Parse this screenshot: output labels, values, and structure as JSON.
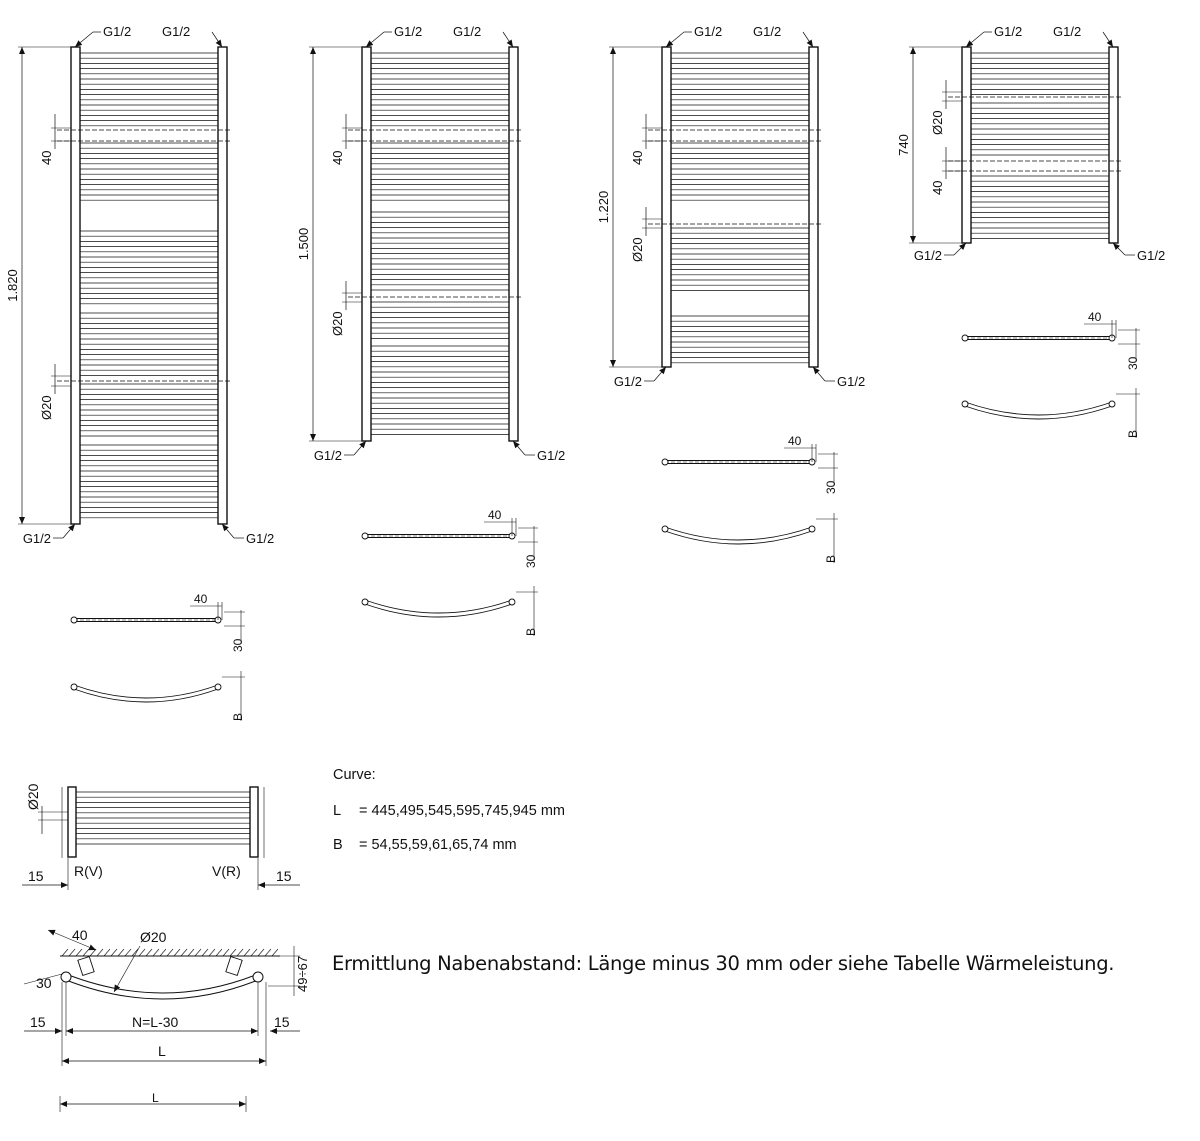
{
  "labels": {
    "connection": "G1/2",
    "tube_spacing": "40",
    "tube_dia": "Ø20",
    "top_offset": "40",
    "depth_offset": "30",
    "curve_depth": "B",
    "side_offset": "15",
    "return_supply": "R(V)",
    "supply_return": "V(R)",
    "hub_distance": "N=L-30",
    "length": "L",
    "arc_range": "49÷67",
    "cutoff_label": "L"
  },
  "heights": [
    "1.820",
    "1.500",
    "1.220",
    "740"
  ],
  "curve": {
    "title": "Curve:",
    "l_label": "L",
    "l_values": "= 445,495,545,595,745,945 mm",
    "b_label": "B",
    "b_values": "= 54,55,59,61,65,74 mm"
  },
  "formula": "Ermittlung Nabenabstand: Länge minus 30 mm oder siehe Tabelle Wärmeleistung.",
  "colors": {
    "line": "#111111",
    "background": "#ffffff"
  }
}
